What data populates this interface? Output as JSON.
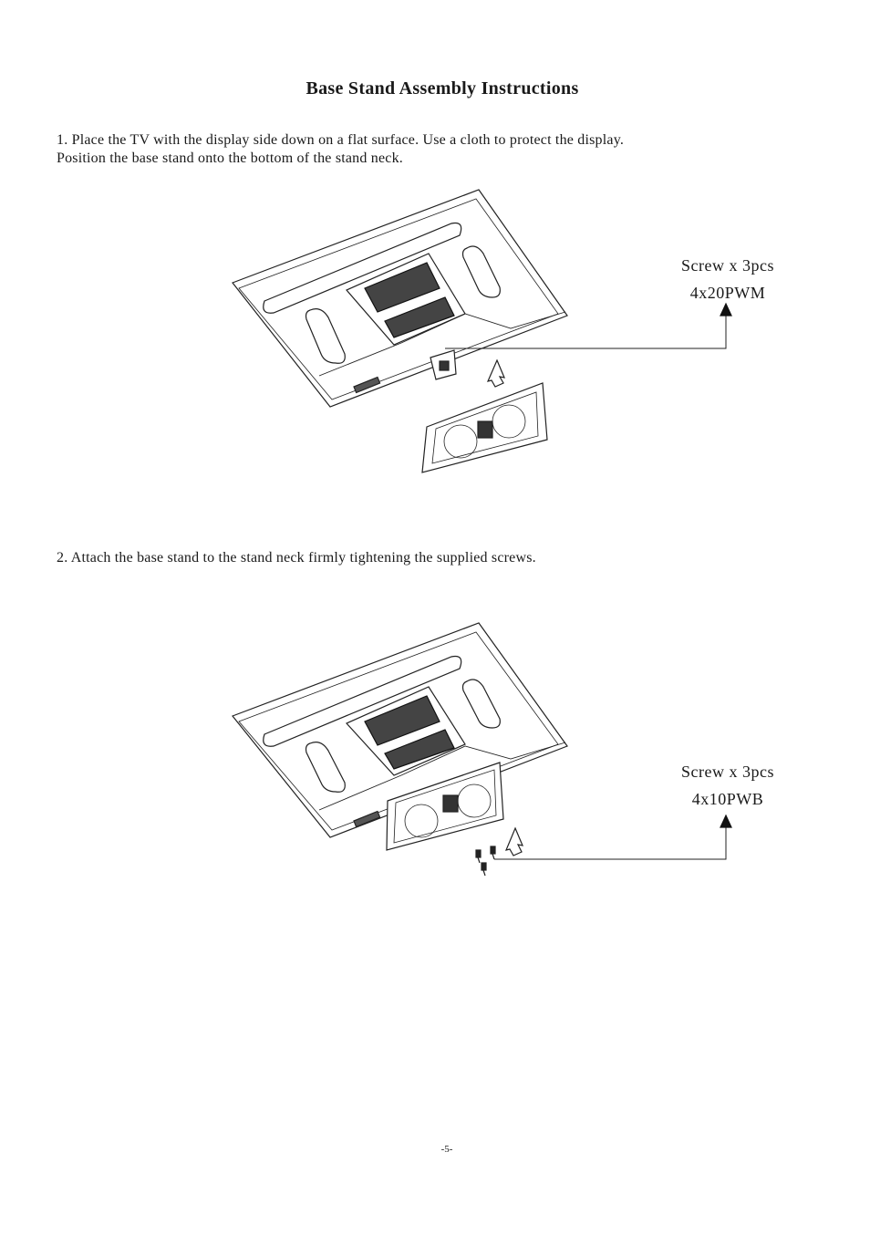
{
  "document": {
    "title": "Base Stand Assembly Instructions",
    "page_number": "-5-"
  },
  "steps": [
    {
      "line1": "1. Place the TV with the display side down on a flat surface. Use a cloth to protect the display.",
      "line2": "Position the base stand onto the bottom of the stand neck.",
      "callout_qty": "Screw x 3pcs",
      "callout_part": "4x20PWM"
    },
    {
      "line1": "2. Attach the base stand to the stand neck firmly tightening the supplied screws.",
      "callout_qty": "Screw x 3pcs",
      "callout_part": "4x10PWB"
    }
  ]
}
